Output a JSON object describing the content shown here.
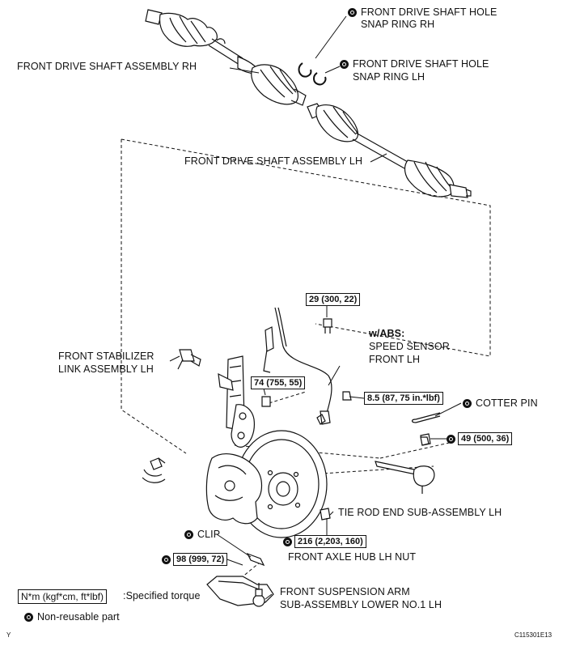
{
  "labels": {
    "snap_ring_rh": [
      "FRONT DRIVE SHAFT HOLE",
      "SNAP RING RH"
    ],
    "snap_ring_lh": [
      "FRONT DRIVE SHAFT HOLE",
      "SNAP RING LH"
    ],
    "shaft_rh": "FRONT DRIVE SHAFT ASSEMBLY RH",
    "shaft_lh": "FRONT DRIVE SHAFT ASSEMBLY LH",
    "wabs": "w/ABS:",
    "speed_sensor": [
      "SPEED SENSOR",
      "FRONT LH"
    ],
    "stabilizer": [
      "FRONT STABILIZER",
      "LINK ASSEMBLY LH"
    ],
    "cotter_pin": "COTTER PIN",
    "tie_rod": "TIE ROD END SUB-ASSEMBLY LH",
    "clip": "CLIP",
    "hub_nut": "FRONT AXLE HUB LH NUT",
    "susp_arm": [
      "FRONT SUSPENSION ARM",
      "SUB-ASSEMBLY LOWER NO.1 LH"
    ]
  },
  "torques": {
    "t29": "29 (300, 22)",
    "t74": "74 (755, 55)",
    "t8_5": "8.5 (87, 75 in.*lbf)",
    "t49": "49 (500, 36)",
    "t216": "216 (2,203, 160)",
    "t98": "98 (999, 72)"
  },
  "legend": {
    "torque_box": "N*m (kgf*cm, ft*lbf)",
    "torque_text": ":Specified torque",
    "nonreusable": "Non-reusable part"
  },
  "corner": {
    "left": "Y",
    "code": "C115301E13"
  }
}
